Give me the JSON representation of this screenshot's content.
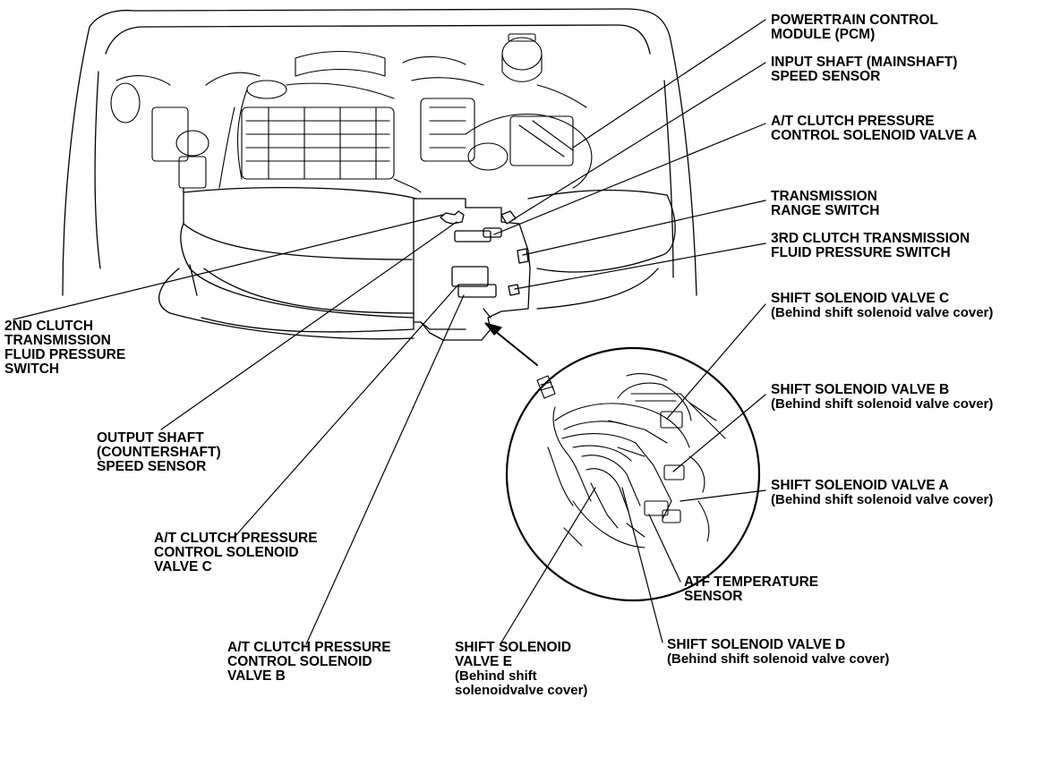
{
  "labels": {
    "pcm": {
      "line1": "POWERTRAIN CONTROL",
      "line2": "MODULE (PCM)"
    },
    "input_shaft": {
      "line1": "INPUT SHAFT (MAINSHAFT)",
      "line2": "SPEED SENSOR"
    },
    "clutch_valve_a": {
      "line1": "A/T CLUTCH PRESSURE",
      "line2": "CONTROL SOLENOID VALVE A"
    },
    "range_switch": {
      "line1": "TRANSMISSION",
      "line2": "RANGE SWITCH"
    },
    "third_clutch_switch": {
      "line1": "3RD CLUTCH TRANSMISSION",
      "line2": "FLUID PRESSURE SWITCH"
    },
    "shift_valve_c": {
      "line1": "SHIFT SOLENOID VALVE C",
      "line2": "(Behind shift solenoid valve cover)"
    },
    "shift_valve_b": {
      "line1": "SHIFT SOLENOID VALVE B",
      "line2": "(Behind shift solenoid valve cover)"
    },
    "shift_valve_a": {
      "line1": "SHIFT SOLENOID VALVE A",
      "line2": "(Behind shift solenoid valve cover)"
    },
    "atf_sensor": {
      "line1": "ATF TEMPERATURE",
      "line2": "SENSOR"
    },
    "shift_valve_d": {
      "line1": "SHIFT SOLENOID VALVE D",
      "line2": "(Behind shift solenoid valve cover)"
    },
    "shift_valve_e": {
      "line1": "SHIFT SOLENOID",
      "line2": "VALVE E",
      "line3": "(Behind shift",
      "line4": "solenoidvalve cover)"
    },
    "clutch_valve_b": {
      "line1": "A/T CLUTCH PRESSURE",
      "line2": "CONTROL SOLENOID",
      "line3": "VALVE B"
    },
    "clutch_valve_c": {
      "line1": "A/T CLUTCH PRESSURE",
      "line2": "CONTROL SOLENOID",
      "line3": "VALVE C"
    },
    "output_shaft": {
      "line1": "OUTPUT SHAFT",
      "line2": "(COUNTERSHAFT)",
      "line3": "SPEED SENSOR"
    },
    "second_clutch_switch": {
      "line1": "2ND CLUTCH",
      "line2": "TRANSMISSION",
      "line3": "FLUID PRESSURE",
      "line4": "SWITCH"
    }
  },
  "colors": {
    "ink": "#000000",
    "paper": "#ffffff"
  }
}
